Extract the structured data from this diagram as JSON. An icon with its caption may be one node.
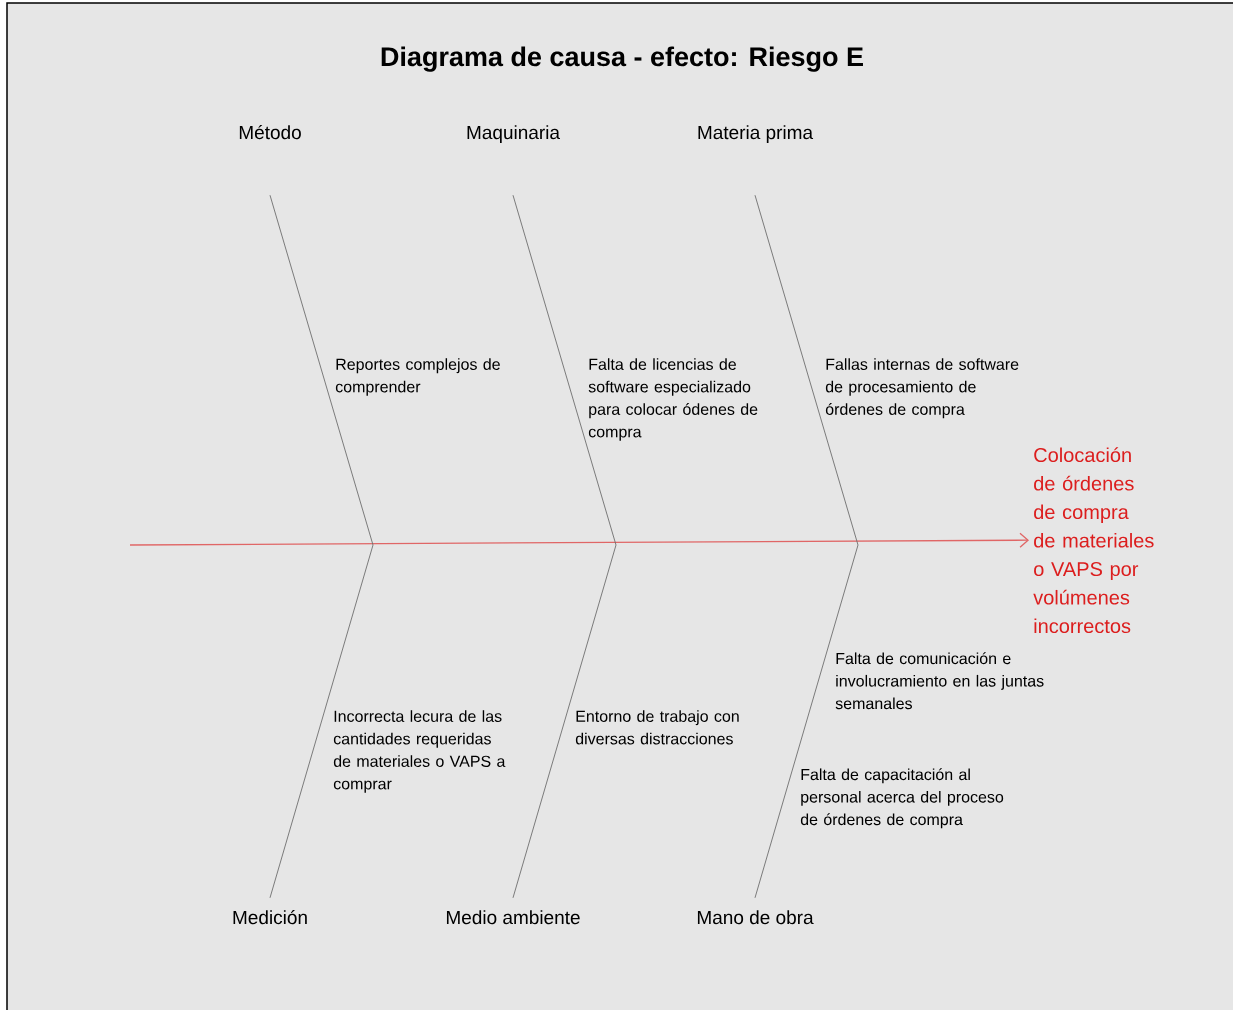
{
  "diagram": {
    "title": "Diagrama de causa - efecto: Riesgo E",
    "nodes": [
      {
        "text": [
          "Método"
        ]
      },
      {
        "text": [
          "Maquinaria"
        ]
      },
      {
        "text": [
          "Materia prima"
        ]
      },
      {
        "text": [
          "Medición"
        ]
      },
      {
        "text": [
          "Medio ambiente"
        ]
      },
      {
        "text": [
          "Mano de obra"
        ]
      },
      {
        "text": [
          "Colocación de órdenes de compra de materiales o VAPS por volúmenes incorrectos"
        ]
      }
    ],
    "edges": [
      {
        "from": null,
        "to": 6,
        "arrow": "to",
        "color": "#e06666"
      },
      {
        "from": 0,
        "to": null,
        "arrow": "none"
      },
      {
        "from": 1,
        "to": null,
        "arrow": "none"
      },
      {
        "from": 2,
        "to": null,
        "arrow": "none"
      },
      {
        "from": 3,
        "to": null,
        "arrow": "none"
      },
      {
        "from": 4,
        "to": null,
        "arrow": "none"
      },
      {
        "from": 5,
        "to": null,
        "arrow": "none"
      }
    ],
    "labels": [
      "Reportes complejos de comprender",
      "Falta de licencias de software especializado para colocar ódenes de compra",
      "Fallas internas de software de procesamiento de órdenes de compra",
      "Falta de comunicación e involucramiento en las juntas semanales",
      "Incorrecta lecura de las cantidades requeridas de materiales o VAPS a comprar",
      "Entorno de trabajo con diversas distracciones",
      "Falta de capacitación al personal acerca del proceso de órdenes de compra"
    ]
  }
}
